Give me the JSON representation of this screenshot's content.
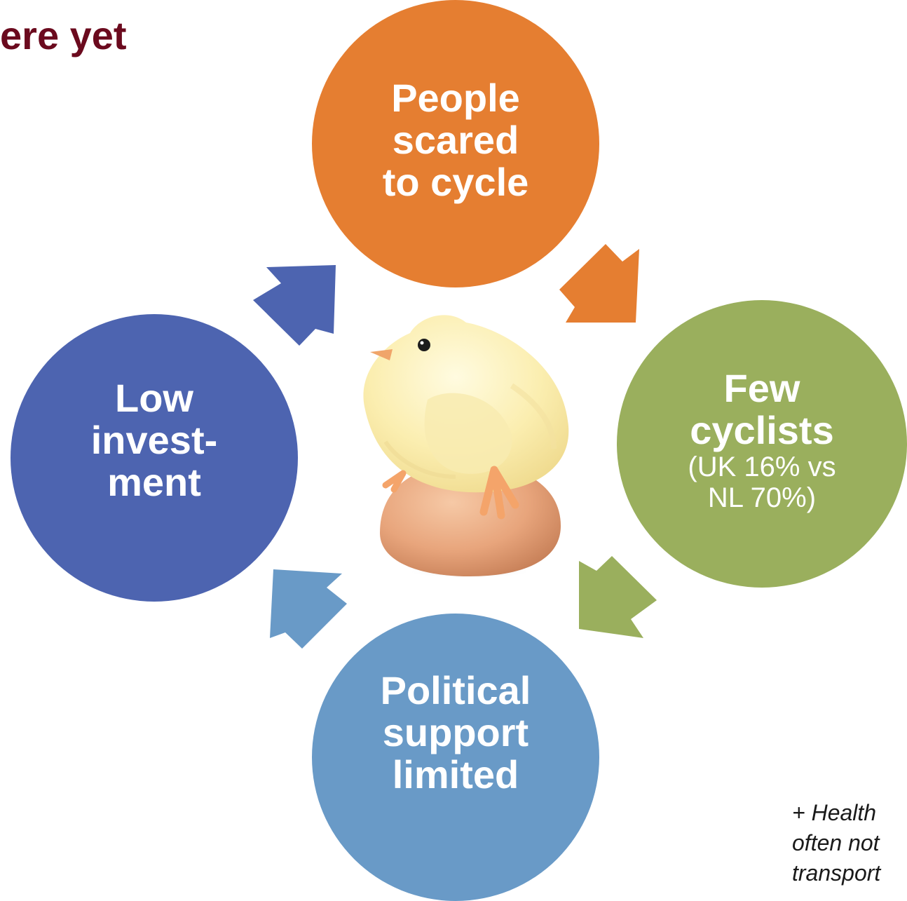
{
  "title_fragment": "ere yet",
  "cycle": {
    "top": {
      "lines": [
        "People",
        "scared",
        "to cycle"
      ],
      "color": "#e57e31"
    },
    "right": {
      "lines": [
        "Few",
        "cyclists"
      ],
      "detail": [
        "(UK 16% vs",
        "NL 70%)"
      ],
      "color": "#9aaf5d"
    },
    "bottom": {
      "lines": [
        "Political",
        "support",
        "limited"
      ],
      "color": "#699ac7"
    },
    "left": {
      "lines": [
        "Low",
        "invest-",
        "ment"
      ],
      "color": "#4d64b0"
    }
  },
  "center_image": "chick-on-egg",
  "footnote": {
    "lines": [
      "+ Health",
      "often not",
      "transport"
    ]
  },
  "colors": {
    "title": "#6b0a1e",
    "arrow_top_right": "#e57e31",
    "arrow_right_bottom": "#9aaf5d",
    "arrow_bottom_left": "#699ac7",
    "arrow_left_top": "#4d64b0"
  }
}
